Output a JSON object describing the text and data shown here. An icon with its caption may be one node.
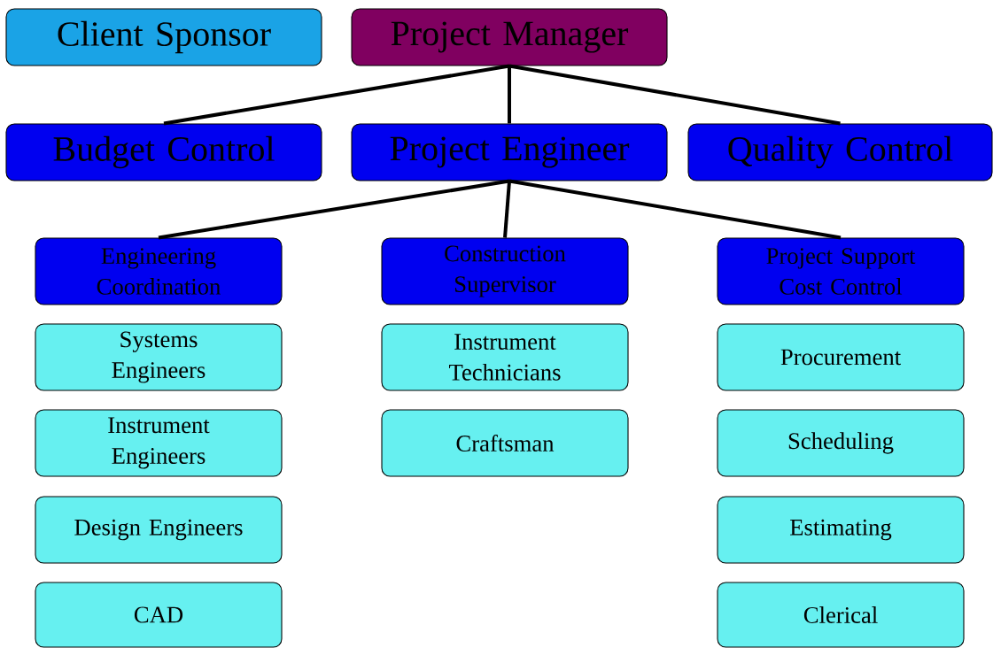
{
  "diagram": {
    "nodes": [
      {
        "text": [
          "Client Sponsor"
        ]
      },
      {
        "text": [
          "Project Manager"
        ]
      },
      {
        "text": [
          "Budget Control"
        ]
      },
      {
        "text": [
          "Project Engineer"
        ]
      },
      {
        "text": [
          "Quality Control"
        ]
      },
      {
        "text": [
          "Engineering Coordination"
        ]
      },
      {
        "text": [
          "Construction Supervisor"
        ]
      },
      {
        "text": [
          "Project Support Cost Control"
        ]
      },
      {
        "text": [
          "Systems Engineers"
        ]
      },
      {
        "text": [
          "Instrument Engineers"
        ]
      },
      {
        "text": [
          "Design Engineers"
        ]
      },
      {
        "text": [
          "CAD"
        ]
      },
      {
        "text": [
          "Instrument Technicians"
        ]
      },
      {
        "text": [
          "Craftsman"
        ]
      },
      {
        "text": [
          "Procurement"
        ]
      },
      {
        "text": [
          "Scheduling"
        ]
      },
      {
        "text": [
          "Estimating"
        ]
      },
      {
        "text": [
          "Clerical"
        ]
      }
    ],
    "edges": [
      {
        "from": 1,
        "to": 2,
        "arrow": "none"
      },
      {
        "from": 1,
        "to": 3,
        "arrow": "none"
      },
      {
        "from": 1,
        "to": 4,
        "arrow": "none"
      },
      {
        "from": 3,
        "to": 5,
        "arrow": "none"
      },
      {
        "from": 3,
        "to": 6,
        "arrow": "none"
      },
      {
        "from": 3,
        "to": 7,
        "arrow": "none"
      }
    ]
  }
}
